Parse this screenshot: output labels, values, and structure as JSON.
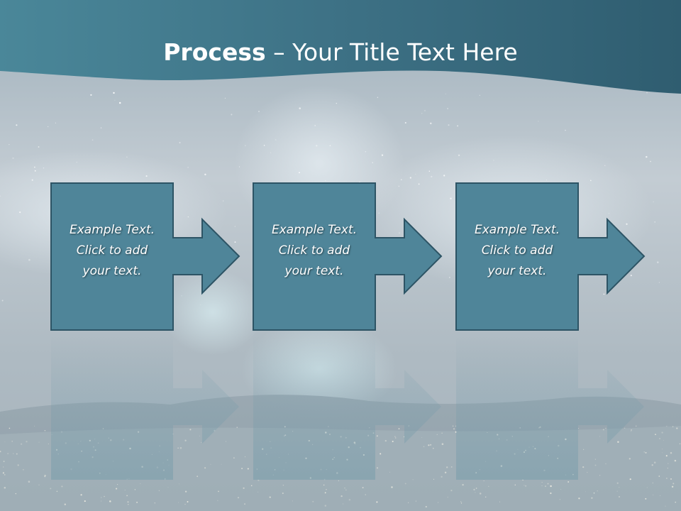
{
  "slide": {
    "title_bold": "Process",
    "title_rest": " – Your Title Text Here"
  },
  "steps": [
    {
      "line1": "Example Text.",
      "line2": "Click  to add",
      "line3": "your text."
    },
    {
      "line1": "Example Text.",
      "line2": "Click  to add",
      "line3": "your text."
    },
    {
      "line1": "Example Text.",
      "line2": "Click  to add",
      "line3": "your text."
    }
  ],
  "colors": {
    "banner": "#3f7486",
    "box_fill": "#4f8599",
    "box_stroke": "#2d5465",
    "background": "#b5bfc6"
  }
}
